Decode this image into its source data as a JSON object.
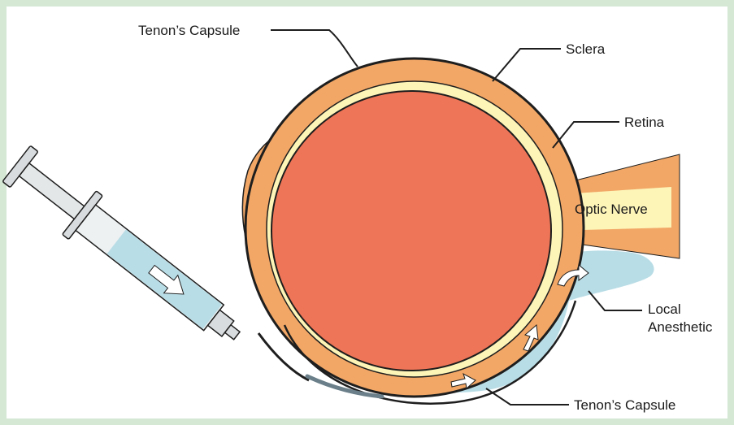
{
  "labels": {
    "tenon_top": "Tenon’s Capsule",
    "sclera": "Sclera",
    "retina": "Retina",
    "optic_nerve": "Optic Nerve",
    "local_line1": "Local",
    "local_line2": "Anesthetic",
    "tenon_bottom": "Tenon’s Capsule"
  },
  "colors": {
    "border": "#d4e8d4",
    "sclera": "#f2a766",
    "eyeball": "#ee7557",
    "retina": "#fdf4b8",
    "anesthetic": "#b9dde6",
    "outline": "#1e1e1e",
    "syringe_liquid": "#b9dde6",
    "syringe_body": "#e4e7e8"
  }
}
